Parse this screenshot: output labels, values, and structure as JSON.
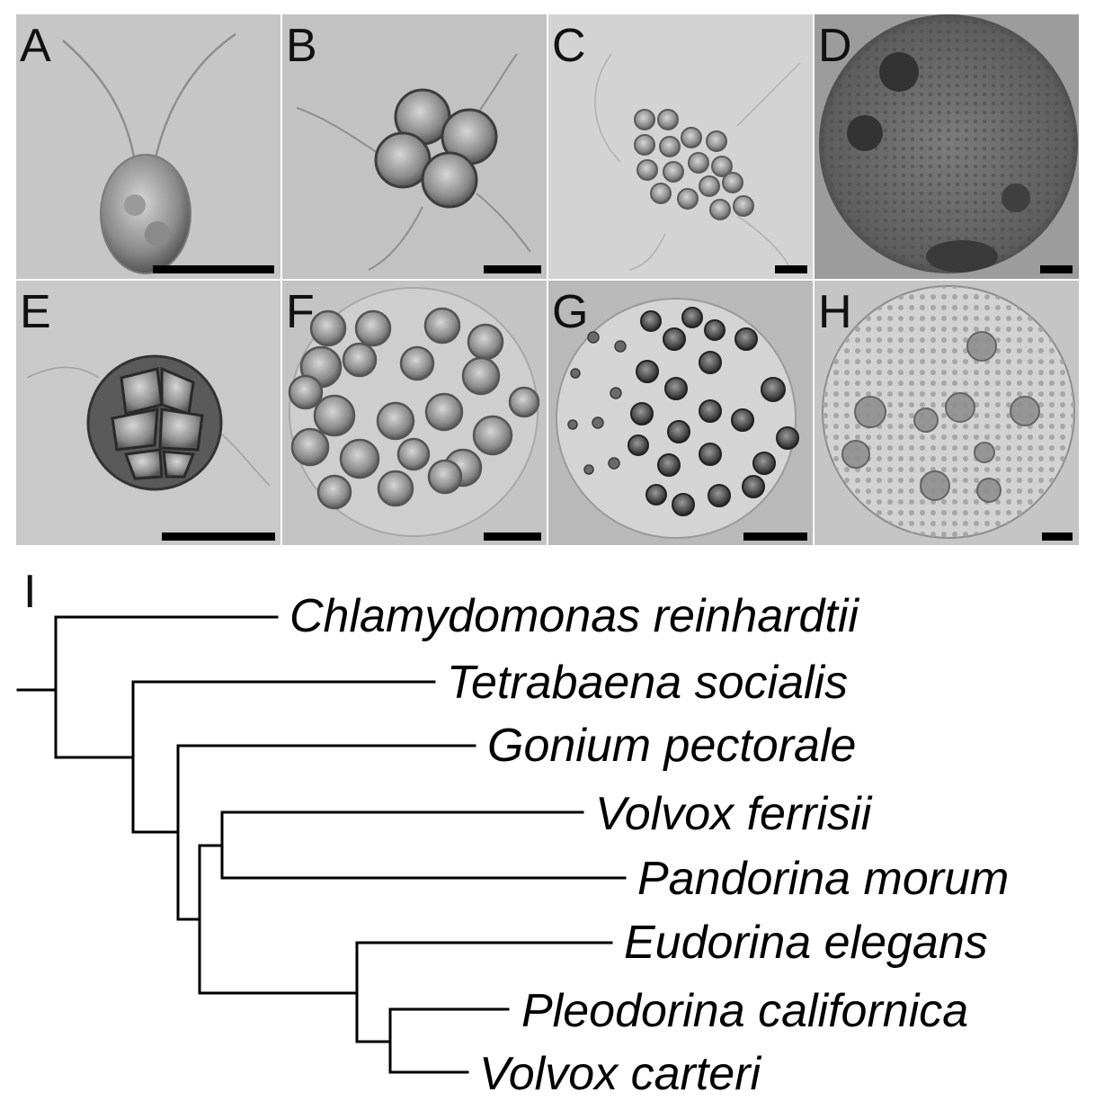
{
  "panels": [
    {
      "label": "A",
      "scale_bar": true
    },
    {
      "label": "B",
      "scale_bar": true
    },
    {
      "label": "C",
      "scale_bar": true
    },
    {
      "label": "D",
      "scale_bar": true
    },
    {
      "label": "E",
      "scale_bar": true
    },
    {
      "label": "F",
      "scale_bar": true
    },
    {
      "label": "G",
      "scale_bar": true
    },
    {
      "label": "H",
      "scale_bar": true
    }
  ],
  "tree": {
    "label": "I",
    "taxa": [
      "Chlamydomonas reinhardtii",
      "Tetrabaena socialis",
      "Gonium pectorale",
      "Volvox ferrisii",
      "Pandorina morum",
      "Eudorina elegans",
      "Pleodorina californica",
      "Volvox carteri"
    ]
  },
  "colors": {
    "panel_background": "#c8c8c8",
    "panel_dark_background": "#9a9a9a",
    "branch": "#000000",
    "text": "#000000"
  }
}
